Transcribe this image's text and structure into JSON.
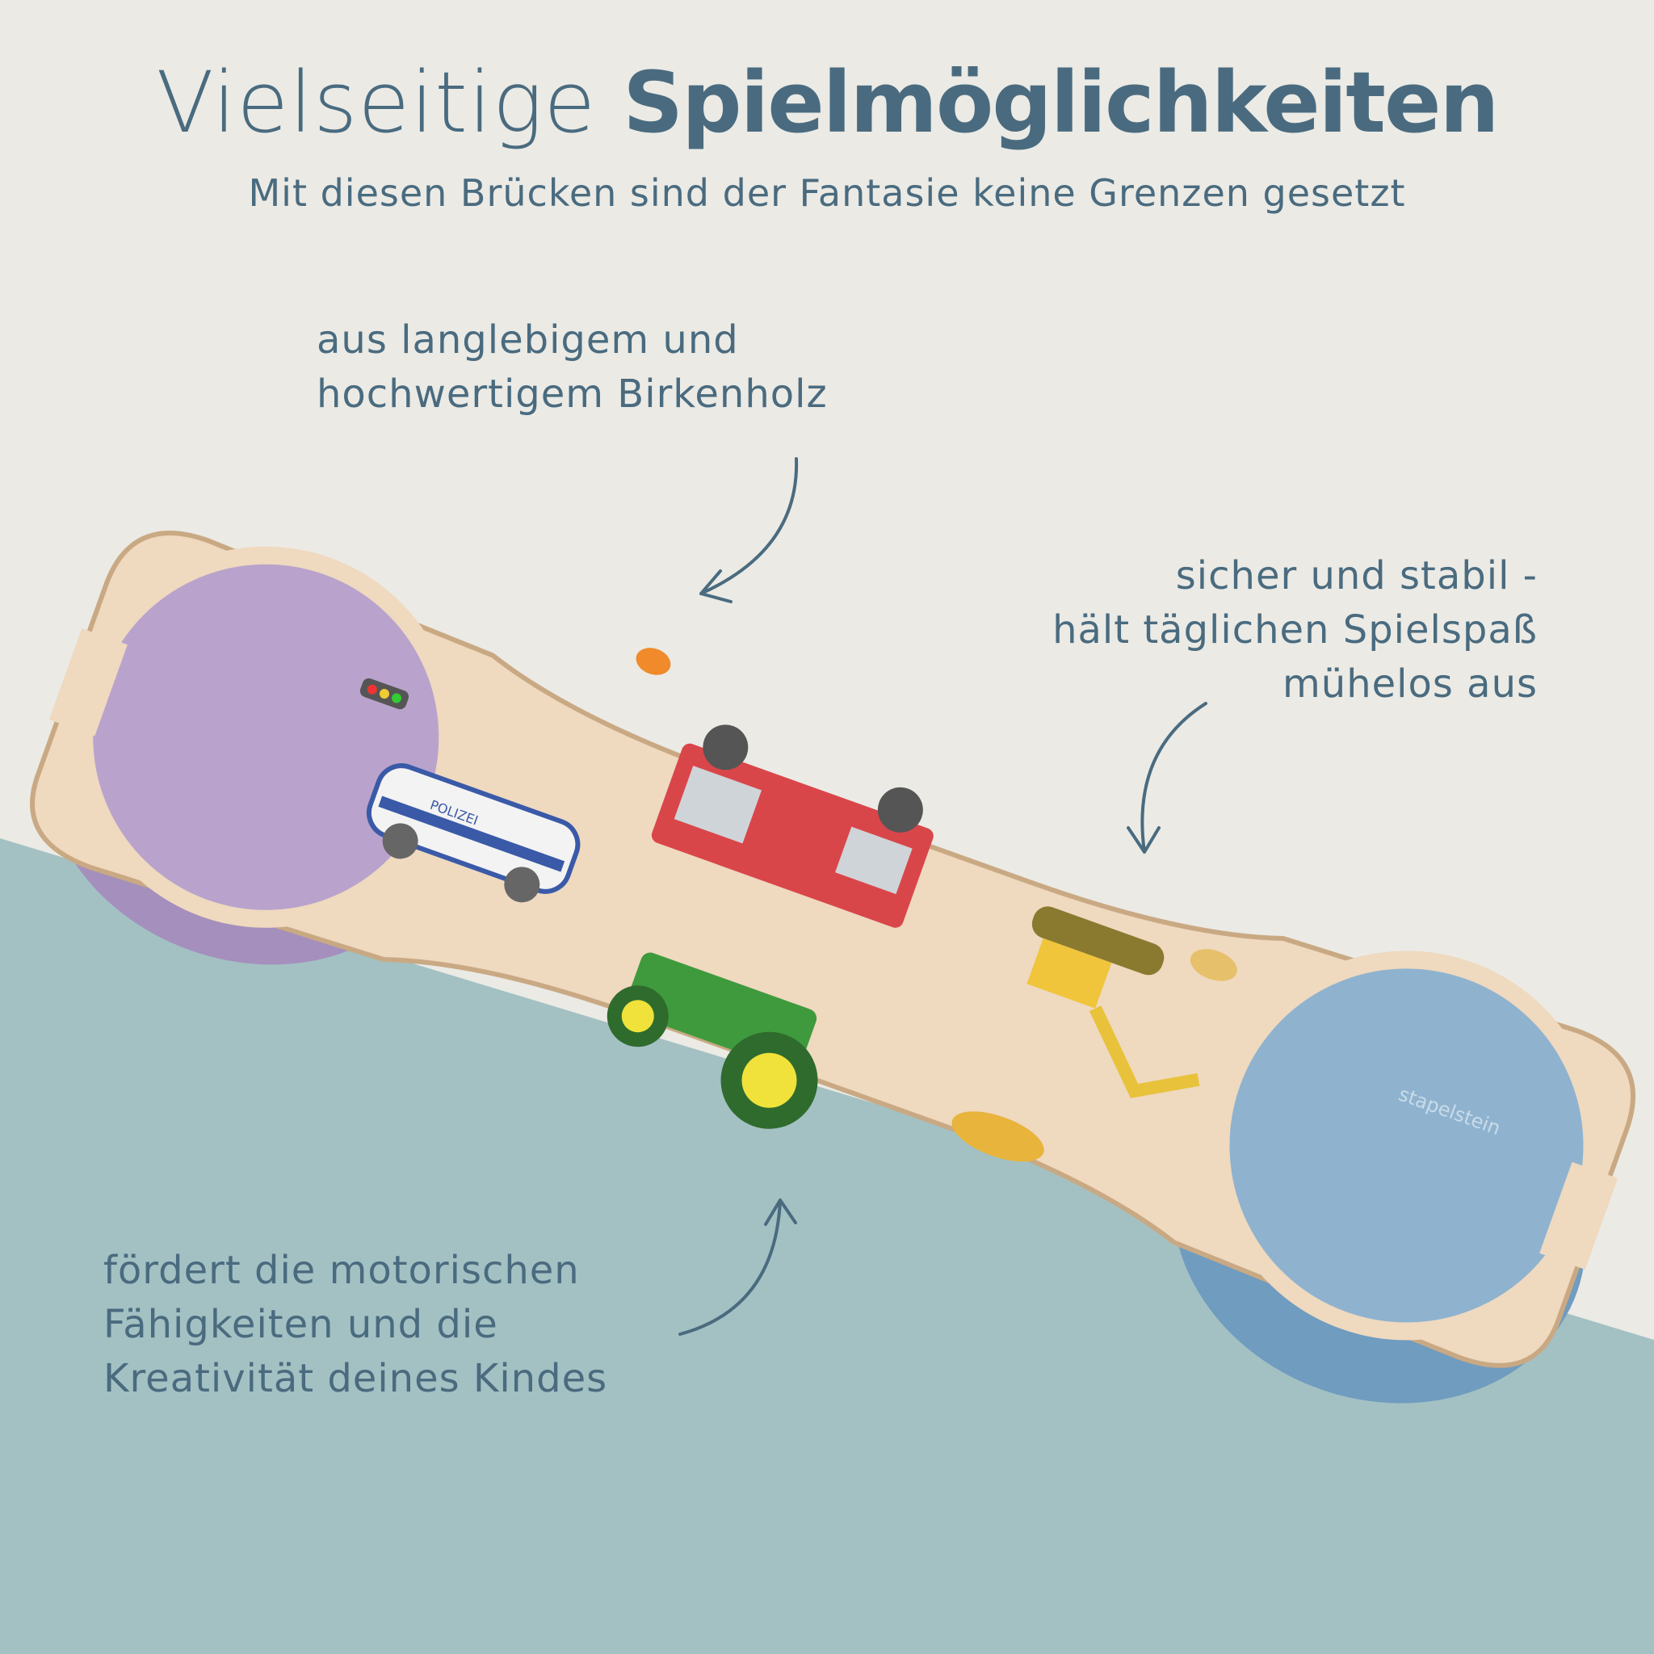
{
  "title": {
    "light": "Vielseitige",
    "bold": "Spielmöglichkeiten"
  },
  "subtitle": "Mit diesen Brücken sind der Fantasie keine Grenzen gesetzt",
  "callouts": [
    {
      "lines": [
        "aus langlebigem und",
        "hochwertigem Birkenholz"
      ]
    },
    {
      "lines": [
        "sicher und stabil -",
        "hält täglichen Spielspaß",
        "mühelos aus"
      ]
    },
    {
      "lines": [
        "fördert die motorischen",
        "Fähigkeiten und die",
        "Kreativität deines Kindes"
      ]
    }
  ],
  "product": {
    "brand_mark": "stapelstein",
    "sticker_text": "POLIZEI"
  },
  "colors": {
    "background": "#ebeae5",
    "teal": "#a3c1c3",
    "text": "#4a6b7f",
    "wood": "#efd9bf",
    "purple_stone": "#b9a3cc",
    "blue_stone": "#8fb3cf"
  }
}
